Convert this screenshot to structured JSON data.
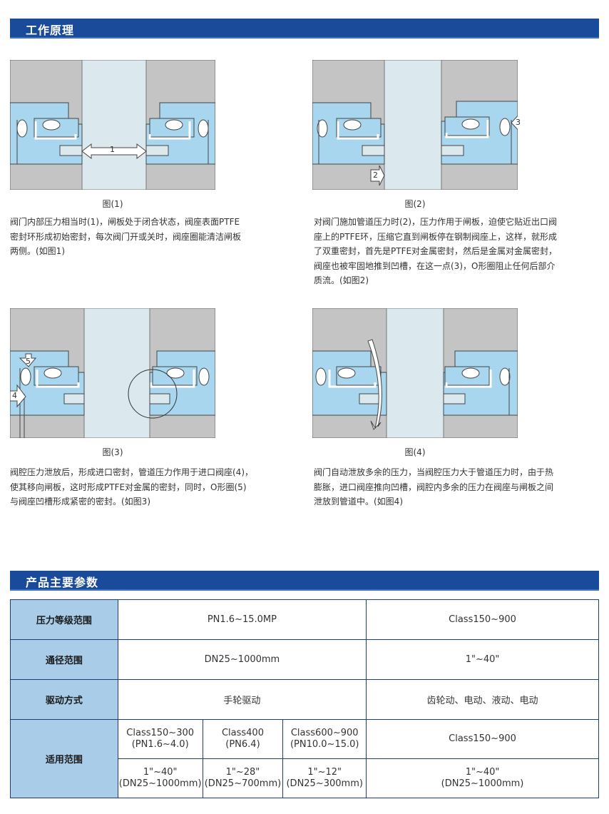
{
  "sections": {
    "working_principle_title": "工作原理",
    "parameters_title": "产品主要参数"
  },
  "figures": [
    {
      "caption": "图(1)",
      "description": [
        "阀门内部压力相当时(1)，闸板处于闭合状态，阀座表面PTFE",
        "密封环形成初始密封，每次阀门开或关时，阀座圈能清洁闸板",
        "两侧。(如图1)"
      ],
      "callouts": [
        "1"
      ]
    },
    {
      "caption": "图(2)",
      "description": [
        "对阀门施加管道压力时(2)，压力作用于闸板，迫使它贴近出口阀",
        "座上的PTFE环，压缩它直到闸板停在钢制阀座上，这样，就形成",
        "了双重密封，首先是PTFE对金属密封，然后是金属对金属密封，",
        "阀座也被牢固地推到凹槽，在这一点(3)，O形圈阻止任何后部介",
        "质流。(如图2)"
      ],
      "callouts": [
        "2",
        "3"
      ]
    },
    {
      "caption": "图(3)",
      "description": [
        "阀腔压力泄放后，形成进口密封，管道压力作用于进口阀座(4)，",
        "使其移向闸板，这时形成PTFE对金属的密封，同时，O形圈(5)",
        "与阀座凹槽形成紧密的密封。(如图3)"
      ],
      "callouts": [
        "5",
        "4"
      ]
    },
    {
      "caption": "图(4)",
      "description": [
        "阀门自动泄放多余的压力，当阀腔压力大于管道压力时，由于热",
        "膨胀，进口阀座推向凹槽，阀腔内多余的压力在阀座与闸板之间",
        "泄放到管道中。(如图4)"
      ],
      "callouts": []
    }
  ],
  "table": {
    "pressure": {
      "label": "压力等级范围",
      "left": "PN1.6~15.0MP",
      "right": "Class150~900"
    },
    "bore": {
      "label": "通径范围",
      "left": "DN25~1000mm",
      "right": "1\"~40\""
    },
    "drive": {
      "label": "驱动方式",
      "left": "手轮驱动",
      "right": "齿轮动、电动、液动、电动"
    },
    "application": {
      "label": "适用范围",
      "row1": [
        {
          "line1": "Class150~300",
          "line2": "(PN1.6~4.0)"
        },
        {
          "line1": "Class400",
          "line2": "(PN6.4)"
        },
        {
          "line1": "Class600~900",
          "line2": "(PN10.0~15.0)"
        },
        {
          "line1": "Class150~900",
          "line2": ""
        }
      ],
      "row2": [
        {
          "line1": "1\"~40\"",
          "line2": "(DN25~1000mm)"
        },
        {
          "line1": "1\"~28\"",
          "line2": "(DN25~700mm)"
        },
        {
          "line1": "1\"~12\"",
          "line2": "(DN25~300mm)"
        },
        {
          "line1": "1\"~40\"",
          "line2": "(DN25~1000mm)"
        }
      ]
    }
  },
  "colors": {
    "header_bar": "#1a4a9a",
    "table_header_cell": "#a9cde9",
    "diagram_body": "#a9d6ef",
    "diagram_gate": "#dbe9ef",
    "diagram_housing": "#c4c4c4"
  }
}
